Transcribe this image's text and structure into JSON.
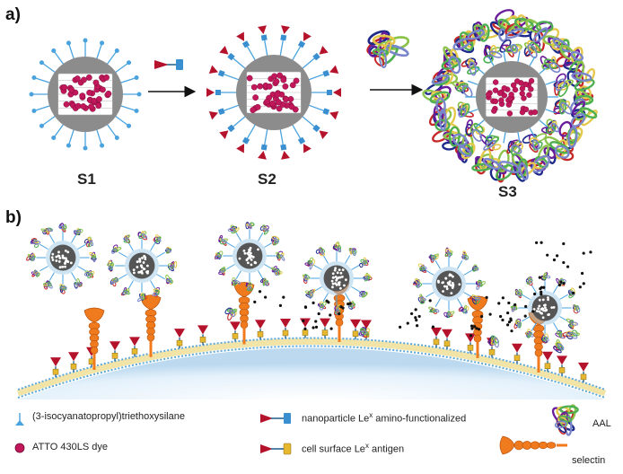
{
  "panels": {
    "a": {
      "label": "a)"
    },
    "b": {
      "label": "b)"
    }
  },
  "stages": [
    {
      "label": "S1"
    },
    {
      "label": "S2"
    },
    {
      "label": "S3"
    }
  ],
  "legend": {
    "silane": "(3-isocyanatopropyl)triethoxysilane",
    "dye": "ATTO 430LS dye",
    "np_lex_prefix": "nanoparticle Le",
    "np_lex_sup": "x",
    "np_lex_suffix": " amino-functionalized",
    "cell_lex_prefix": "cell surface Le",
    "cell_lex_sup": "x",
    "cell_lex_suffix": " antigen",
    "aal": "AAL",
    "selectin": "selectin"
  },
  "colors": {
    "dye": "#c2185b",
    "silane": "#4aa3df",
    "core": "#8c8c8c",
    "lex_red": "#b5122c",
    "lex_blue": "#3a8fd0",
    "lex_yellow": "#e5b830",
    "selectin": "#f07a1e",
    "membrane_top": "#d8eaf7",
    "membrane_mid": "#f2e4a6"
  }
}
